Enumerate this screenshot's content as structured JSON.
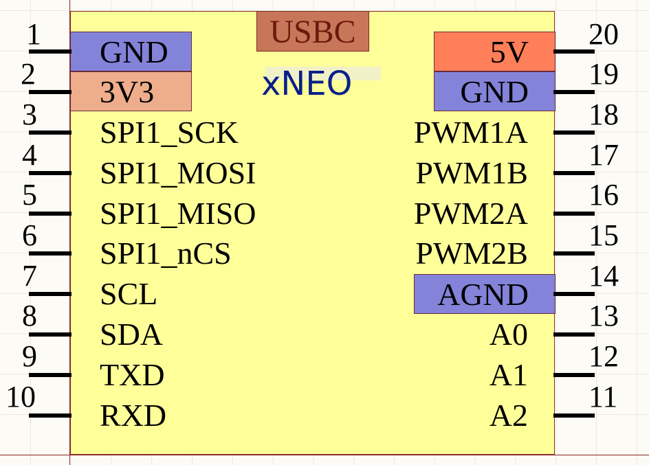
{
  "component": {
    "title": "xNEO",
    "connector": "USBC"
  },
  "colors": {
    "body": "#ffff99",
    "gnd": "#8383da",
    "v3": "#eeae8c",
    "v5": "#ff7f59",
    "usbc": "#c8765a",
    "title": "#0a1f8a"
  },
  "pins": [
    {
      "num": "1",
      "label": "GND",
      "side": "left"
    },
    {
      "num": "2",
      "label": "3V3",
      "side": "left"
    },
    {
      "num": "3",
      "label": "SPI1_SCK",
      "side": "left"
    },
    {
      "num": "4",
      "label": "SPI1_MOSI",
      "side": "left"
    },
    {
      "num": "5",
      "label": "SPI1_MISO",
      "side": "left"
    },
    {
      "num": "6",
      "label": "SPI1_nCS",
      "side": "left"
    },
    {
      "num": "7",
      "label": "SCL",
      "side": "left"
    },
    {
      "num": "8",
      "label": "SDA",
      "side": "left"
    },
    {
      "num": "9",
      "label": "TXD",
      "side": "left"
    },
    {
      "num": "10",
      "label": "RXD",
      "side": "left"
    },
    {
      "num": "11",
      "label": "A2",
      "side": "right"
    },
    {
      "num": "12",
      "label": "A1",
      "side": "right"
    },
    {
      "num": "13",
      "label": "A0",
      "side": "right"
    },
    {
      "num": "14",
      "label": "AGND",
      "side": "right"
    },
    {
      "num": "15",
      "label": "PWM2B",
      "side": "right"
    },
    {
      "num": "16",
      "label": "PWM2A",
      "side": "right"
    },
    {
      "num": "17",
      "label": "PWM1B",
      "side": "right"
    },
    {
      "num": "18",
      "label": "PWM1A",
      "side": "right"
    },
    {
      "num": "19",
      "label": "GND",
      "side": "right"
    },
    {
      "num": "20",
      "label": "5V",
      "side": "right"
    }
  ]
}
